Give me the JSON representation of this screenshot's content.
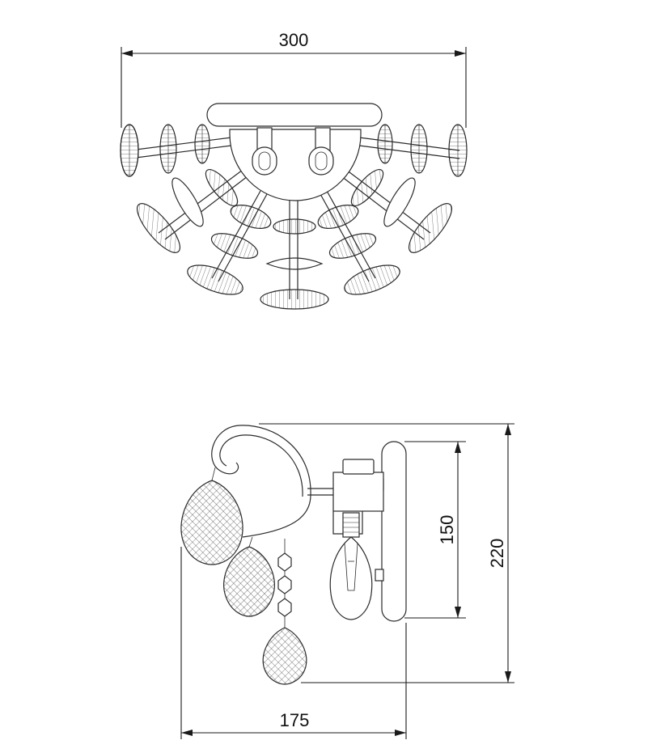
{
  "dimensions": {
    "top_width": "300",
    "side_depth": "175",
    "plate_height": "150",
    "total_height": "220"
  }
}
